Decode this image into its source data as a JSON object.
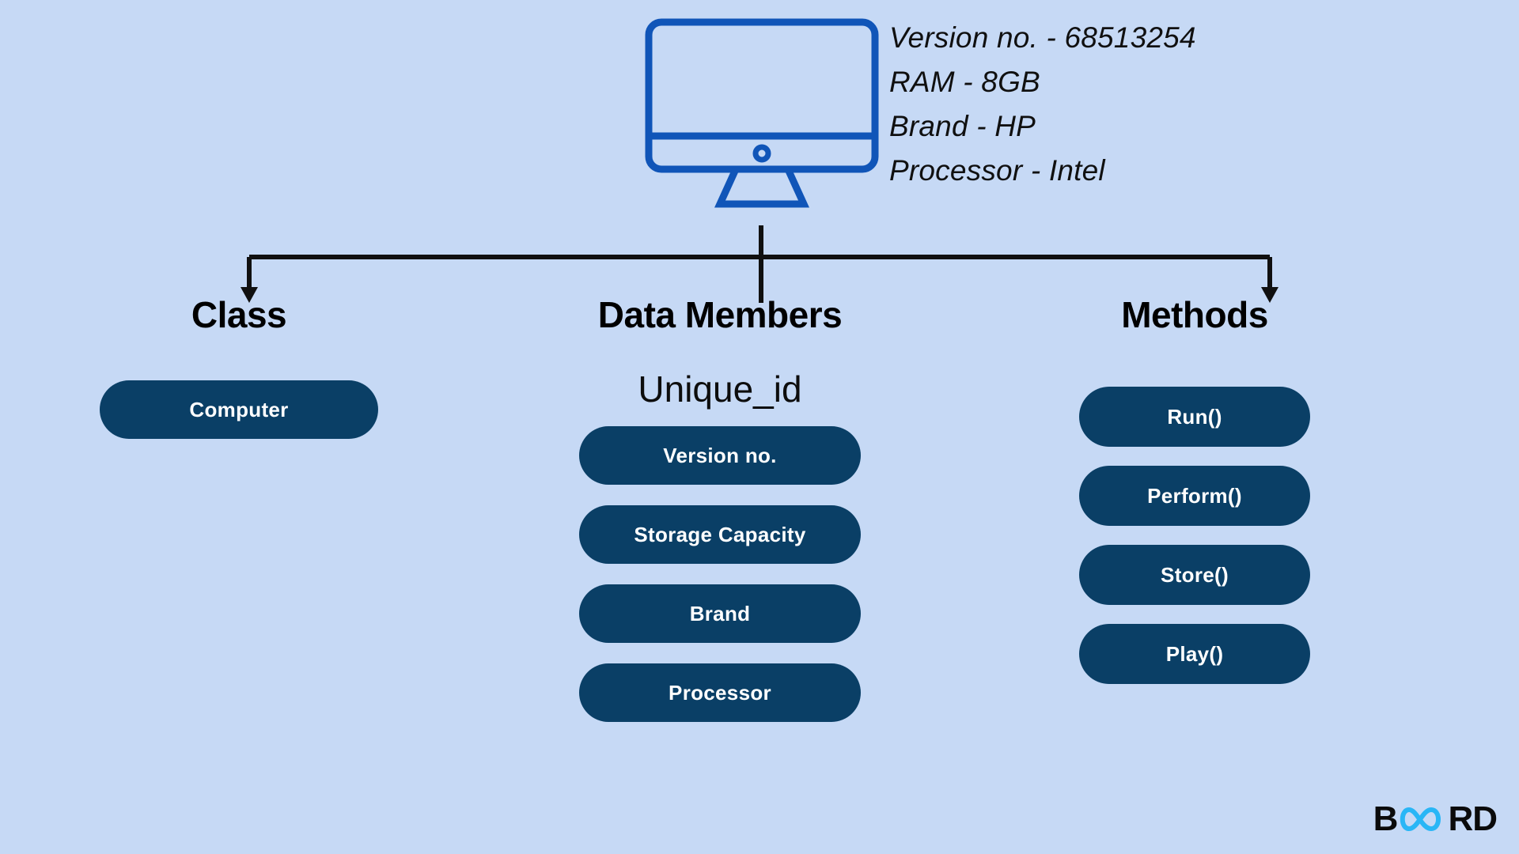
{
  "page": {
    "title": "Computer Class Diagram",
    "background_color": "#c6d9f5"
  },
  "colors": {
    "background": "#c6d9f5",
    "pill": "#0a3f66",
    "pill_text": "#ffffff",
    "monitor_outline": "#1055b8",
    "connector": "#101010",
    "heading_text": "#000000",
    "logo_accent": "#29b6f6"
  },
  "illustration": {
    "monitor_icon_name": "desktop-monitor-icon",
    "specs": [
      "Version no. - 68513254",
      "RAM - 8GB",
      "Brand - HP",
      "Processor - Intel"
    ]
  },
  "columns": [
    {
      "id": "class",
      "heading": "Class",
      "subheading": "",
      "items": [
        "Computer"
      ]
    },
    {
      "id": "data-members",
      "heading": "Data Members",
      "subheading": "Unique_id",
      "items": [
        "Version no.",
        "Storage Capacity",
        "Brand",
        "Processor"
      ]
    },
    {
      "id": "methods",
      "heading": "Methods",
      "subheading": "",
      "items": [
        "Run()",
        "Perform()",
        "Store()",
        "Play()"
      ]
    }
  ],
  "logo": {
    "prefix": "B",
    "mark": "infinity-mark",
    "suffix": "RD",
    "full": "BOARD"
  }
}
